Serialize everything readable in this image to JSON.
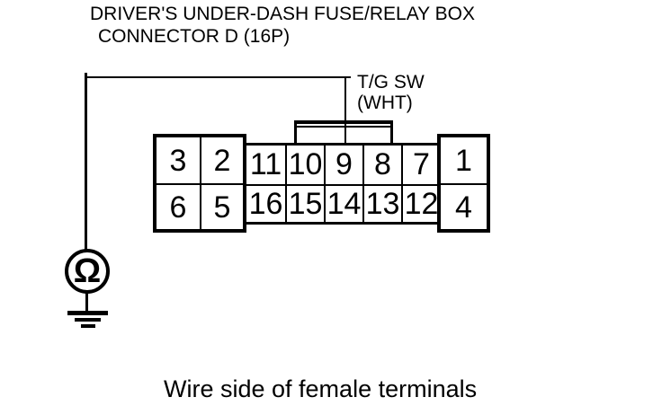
{
  "title": {
    "line1": "DRIVER'S UNDER-DASH FUSE/RELAY BOX",
    "line2": "CONNECTOR D (16P)"
  },
  "wire_label": {
    "name": "T/G SW",
    "color_code": "(WHT)"
  },
  "connector": {
    "left_block": {
      "rows": [
        [
          "3",
          "2"
        ],
        [
          "6",
          "5"
        ]
      ]
    },
    "middle_block": {
      "rows": [
        [
          "11",
          "10",
          "9",
          "8",
          "7"
        ],
        [
          "16",
          "15",
          "14",
          "13",
          "12"
        ]
      ]
    },
    "right_block": {
      "rows": [
        [
          "1"
        ],
        [
          "4"
        ]
      ]
    },
    "probed_pin": "9"
  },
  "ohmmeter": {
    "symbol": "Ω"
  },
  "caption": "Wire side of female terminals",
  "colors": {
    "line": "#000000",
    "background": "#ffffff"
  }
}
